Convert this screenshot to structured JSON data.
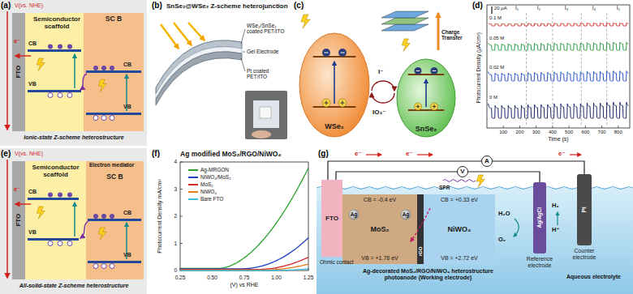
{
  "diagram": {
    "nodes": [
      {
        "text": [
          "FTO"
        ]
      },
      {
        "text": [
          "Semiconductor scaffold"
        ]
      },
      {
        "text": [
          "SC B"
        ]
      },
      {
        "text": [
          "WSe₂"
        ]
      },
      {
        "text": [
          "SnSe₂"
        ]
      },
      {
        "text": [
          "FTO"
        ]
      },
      {
        "text": [
          "Semiconductor scaffold"
        ]
      },
      {
        "text": [
          "SC B"
        ]
      },
      {
        "text": [
          "FTO"
        ]
      },
      {
        "text": [
          "CB = -0.4 eV",
          "MoS₂",
          "VB = +1.78 eV"
        ]
      },
      {
        "text": [
          "CB = +0.33 eV",
          "NiWO₄",
          "VB = +2.72 eV"
        ]
      },
      {
        "text": [
          "Ag/AgCl",
          "Reference electrode"
        ]
      },
      {
        "text": [
          "Pt",
          "Counter electrode"
        ]
      }
    ],
    "edges": [
      {
        "from": 8,
        "to": 12,
        "label": "A",
        "arrow": "none"
      },
      {
        "from": 8,
        "to": 11,
        "label": "V",
        "arrow": "none"
      }
    ],
    "labels": [
      "(a)",
      "V(vs. NHE)",
      "e⁻",
      "CB",
      "VB",
      "CB",
      "VB",
      "Ionic-state Z-scheme heterostructure",
      "(b)",
      "SnSe₂@WSe₂ Z-scheme heterojunction",
      "WSe₂/SnSe₂ coated PET/ITO",
      "Gel Electrode",
      "Pt coated PET/ITO",
      "(c)",
      "Charge Transfer",
      "I⁻",
      "IO₃⁻",
      "(d)",
      "20 μA",
      "I₁",
      "I₂",
      "I₃",
      "I₄",
      "I₅",
      "0.1 M",
      "0.05 M",
      "0.02 M",
      "0 M",
      "Photocurrent Density (μA/cm²)",
      "100",
      "200",
      "300",
      "400",
      "500",
      "600",
      "700",
      "800",
      "Time (s)",
      "(e)",
      "V(vs. NHE)",
      "e⁻",
      "CB",
      "VB",
      "CB",
      "VB",
      "Electron mediator",
      "All-solid-state Z-scheme heterostructure",
      "(f)",
      "Ag modified MoS₂/RGO/NiWO₄",
      "Photocurrent Density mA/cm²",
      "0",
      "1",
      "2",
      "3",
      "4",
      "0.25",
      "0.50",
      "0.75",
      "1.00",
      "1.25",
      "(V) vs RHE",
      "(g)",
      "e⁻",
      "e⁻",
      "e⁻",
      "Ohmic contact",
      "Ag",
      "Ag",
      "SPR",
      "rGO",
      "H₂O",
      "O₂",
      "H₂",
      "H⁺",
      "Ag-decorated MoS₂/RGO/NiWO₄ heterostructure photoanode (Working electrode)",
      "Aqueous electrolyte"
    ],
    "legend": [
      {
        "text": "Ag-MRGON",
        "color": "#2ca02c"
      },
      {
        "text": "NiWO₄/MoS₂",
        "color": "#1f3fbf"
      },
      {
        "text": "MoS₂",
        "color": "#d62728"
      },
      {
        "text": "NiWO₄",
        "color": "#e07b1a"
      },
      {
        "text": "Bare FTO",
        "color": "#3cb9d6"
      }
    ]
  }
}
